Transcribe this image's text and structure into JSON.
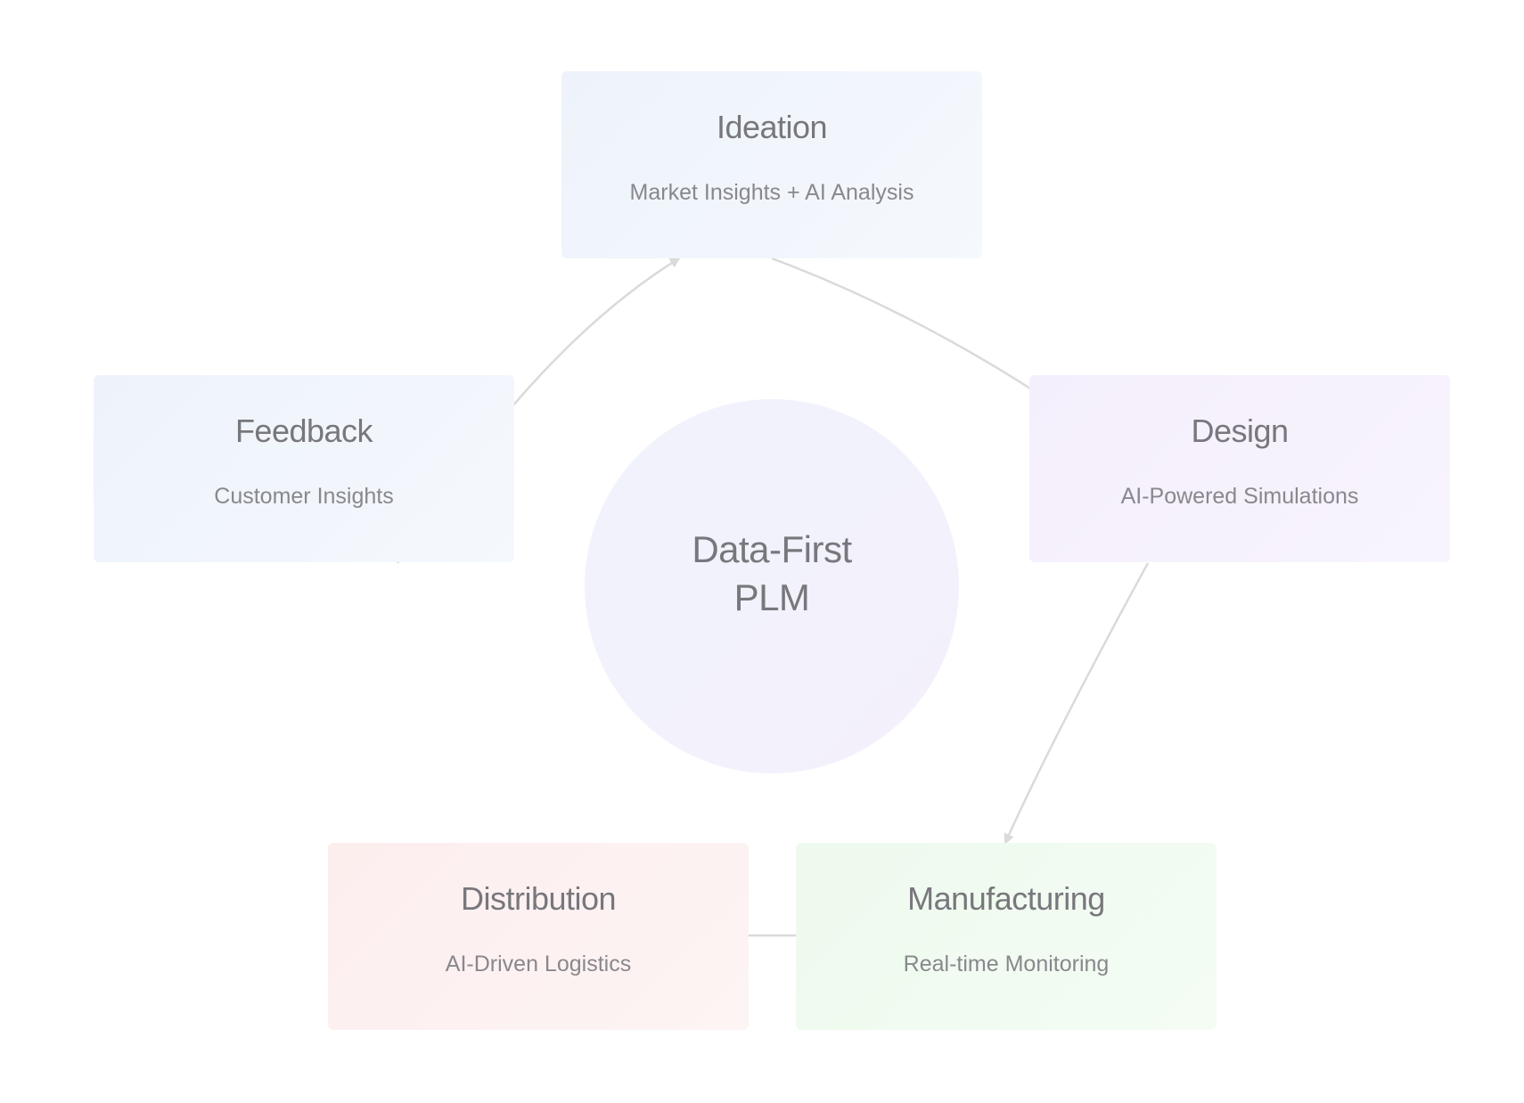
{
  "hub": {
    "line1": "Data-First",
    "line2": "PLM"
  },
  "stages": {
    "ideation": {
      "title": "Ideation",
      "subtitle": "Market Insights + AI Analysis"
    },
    "design": {
      "title": "Design",
      "subtitle": "AI-Powered Simulations"
    },
    "manufacturing": {
      "title": "Manufacturing",
      "subtitle": "Real-time Monitoring"
    },
    "distribution": {
      "title": "Distribution",
      "subtitle": "AI-Driven Logistics"
    },
    "feedback": {
      "title": "Feedback",
      "subtitle": "Customer Insights"
    }
  },
  "colors": {
    "arrow": "#dadada",
    "text": "#77777c"
  }
}
